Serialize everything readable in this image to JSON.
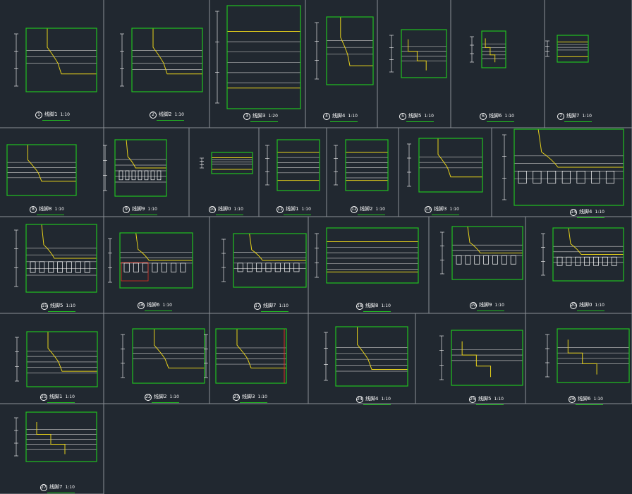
{
  "colors": {
    "background": "#212830",
    "frame": "#21c021",
    "grid": "#8a8f96",
    "profile": "#e8d21a",
    "line": "#ffffff",
    "gray": "#b5b5b5",
    "red": "#e03020"
  },
  "details": [
    {
      "num": "1",
      "title": "线脚1",
      "scale": "1:10"
    },
    {
      "num": "2",
      "title": "线脚2",
      "scale": "1:10"
    },
    {
      "num": "3",
      "title": "线脚3",
      "scale": "1:20"
    },
    {
      "num": "4",
      "title": "线脚4",
      "scale": "1:10"
    },
    {
      "num": "5",
      "title": "线脚5",
      "scale": "1:10"
    },
    {
      "num": "6",
      "title": "线脚6",
      "scale": "1:10"
    },
    {
      "num": "7",
      "title": "线脚7",
      "scale": "1:10"
    },
    {
      "num": "8",
      "title": "线脚8",
      "scale": "1:10"
    },
    {
      "num": "9",
      "title": "线脚9",
      "scale": "1:10"
    },
    {
      "num": "10",
      "title": "线脚0",
      "scale": "1:10"
    },
    {
      "num": "11",
      "title": "线脚1",
      "scale": "1:10"
    },
    {
      "num": "12",
      "title": "线脚2",
      "scale": "1:10"
    },
    {
      "num": "13",
      "title": "线脚3",
      "scale": "1:10"
    },
    {
      "num": "14",
      "title": "线脚4",
      "scale": "1:10"
    },
    {
      "num": "15",
      "title": "线脚5",
      "scale": "1:10"
    },
    {
      "num": "16",
      "title": "线脚6",
      "scale": "1:10"
    },
    {
      "num": "17",
      "title": "线脚7",
      "scale": "1:10"
    },
    {
      "num": "18",
      "title": "线脚8",
      "scale": "1:10"
    },
    {
      "num": "19",
      "title": "线脚9",
      "scale": "1:10"
    },
    {
      "num": "20",
      "title": "线脚0",
      "scale": "1:10"
    },
    {
      "num": "21",
      "title": "线脚1",
      "scale": "1:10"
    },
    {
      "num": "22",
      "title": "线脚2",
      "scale": "1:10"
    },
    {
      "num": "23",
      "title": "线脚3",
      "scale": "1:10"
    },
    {
      "num": "24",
      "title": "线脚4",
      "scale": "1:10"
    },
    {
      "num": "25",
      "title": "线脚5",
      "scale": "1:10"
    },
    {
      "num": "26",
      "title": "线脚6",
      "scale": "1:10"
    },
    {
      "num": "27",
      "title": "线脚7",
      "scale": "1:10"
    }
  ]
}
